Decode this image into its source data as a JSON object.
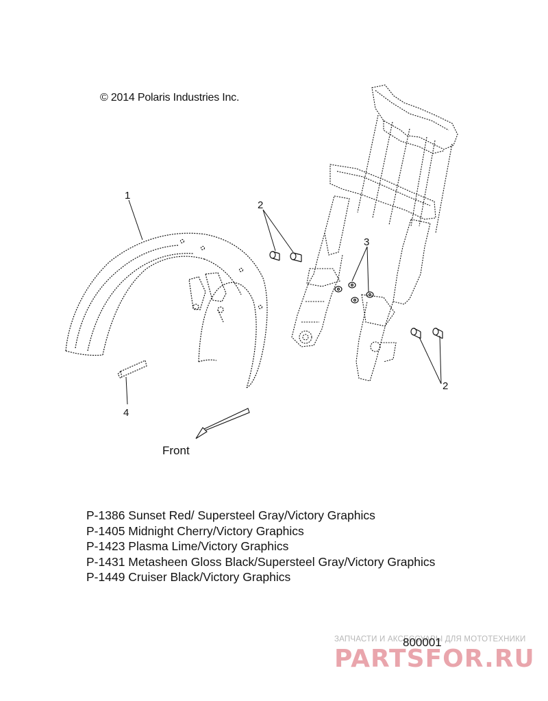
{
  "copyright": "© 2014 Polaris Industries Inc.",
  "callouts": {
    "fender": "1",
    "screws_upper": "2",
    "nuts": "3",
    "screws_lower": "2",
    "label_strip": "4"
  },
  "front_label": "Front",
  "part_variants": [
    "P-1386 Sunset Red/ Supersteel Gray/Victory Graphics",
    "P-1405 Midnight Cherry/Victory Graphics",
    "P-1423 Plasma Lime/Victory Graphics",
    "P-1431 Metasheen Gloss Black/Supersteel Gray/Victory Graphics",
    "P-1449 Cruiser Black/Victory Graphics"
  ],
  "diagram_number": "800001",
  "watermark": {
    "top_text": "ЗАПЧАСТИ И АКСЕССУАРЫ ДЛЯ МОТОТЕХНИКИ",
    "logo_text": "PARTSFOR.RU",
    "color": "#e48f98"
  }
}
